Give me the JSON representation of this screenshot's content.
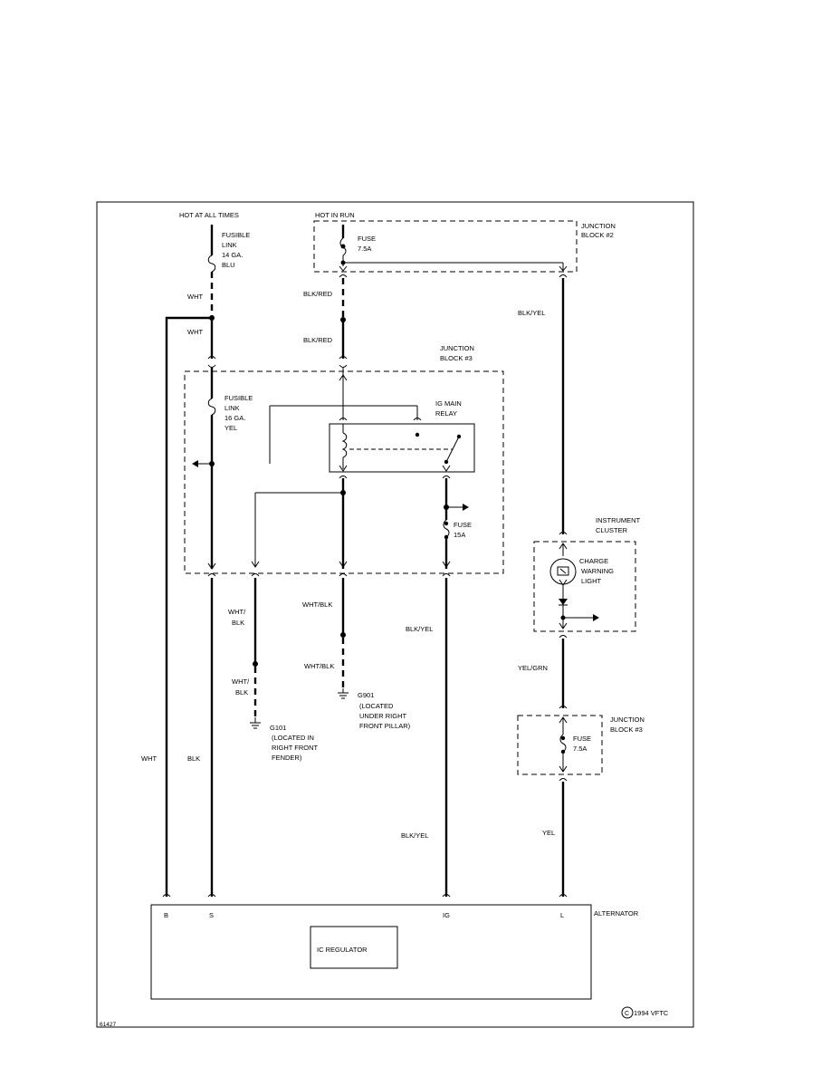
{
  "headers": {
    "hot_at_all_times": "HOT AT ALL TIMES",
    "hot_in_run": "HOT IN RUN"
  },
  "junctions": {
    "jb2": [
      "JUNCTION",
      "BLOCK #2"
    ],
    "jb3_top": [
      "JUNCTION",
      "BLOCK #3"
    ],
    "jb3_bottom": [
      "JUNCTION",
      "BLOCK #3"
    ]
  },
  "fuses": {
    "fusible_link_14": [
      "FUSIBLE",
      "LINK",
      "14 GA.",
      "BLU"
    ],
    "fusible_link_16": [
      "FUSIBLE",
      "LINK",
      "16 GA.",
      "YEL"
    ],
    "fuse_7_5_top": [
      "FUSE",
      "7.5A"
    ],
    "fuse_15": [
      "FUSE",
      "15A"
    ],
    "fuse_7_5_bottom": [
      "FUSE",
      "7.5A"
    ]
  },
  "relay": [
    "IG MAIN",
    "RELAY"
  ],
  "instrument_cluster": [
    "INSTRUMENT",
    "CLUSTER"
  ],
  "charge_light": [
    "CHARGE",
    "WARNING",
    "LIGHT"
  ],
  "wires": {
    "wht_1": "WHT",
    "wht_2": "WHT",
    "blk_red_1": "BLK/RED",
    "blk_red_2": "BLK/RED",
    "blk_yel_top": "BLK/YEL",
    "wht_blk_left_1": [
      "WHT/",
      "BLK"
    ],
    "wht_blk_left_2": [
      "WHT/",
      "BLK"
    ],
    "wht_blk_mid_1": "WHT/BLK",
    "wht_blk_mid_2": "WHT/BLK",
    "blk_yel_mid": "BLK/YEL",
    "yel_grn": "YEL/GRN",
    "wht_long": "WHT",
    "blk_long": "BLK",
    "blk_yel_low": "BLK/YEL",
    "yel": "YEL"
  },
  "grounds": {
    "g101": [
      "G101",
      "(LOCATED IN",
      "RIGHT FRONT",
      "FENDER)"
    ],
    "g901": [
      "G901",
      "(LOCATED",
      "UNDER RIGHT",
      "FRONT PILLAR)"
    ]
  },
  "alternator": {
    "label": "ALTERNATOR",
    "terminals": [
      "B",
      "S",
      "IG",
      "L"
    ],
    "regulator": "IC REGULATOR"
  },
  "footer": {
    "figure_number": "61427",
    "copyright": "1994 VFTC",
    "copyright_symbol": "C"
  }
}
